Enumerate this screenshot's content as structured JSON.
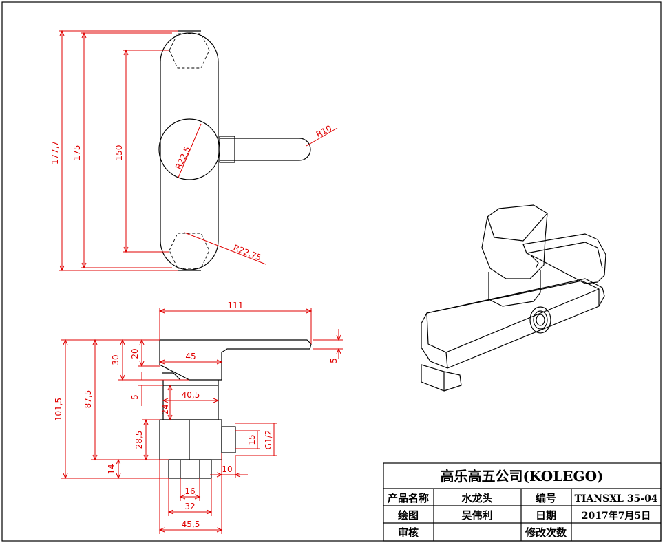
{
  "dimensions": {
    "top_view": {
      "overall_length": "177,7",
      "length": "175",
      "hole_spacing": "150",
      "body_radius": "R22,5",
      "handle_tip_radius": "R10",
      "end_radius": "R22,75"
    },
    "front_view": {
      "handle_length": "111",
      "cap_height": "30",
      "handle_height": "20",
      "cap_width": "45",
      "handle_thickness": "5",
      "gap": "5",
      "stem_width": "40,5",
      "stem_height": "24",
      "overall_height": "101,5",
      "height_to_body": "87,5",
      "body_height": "28,5",
      "thread_diameter": "15",
      "thread": "G1/2",
      "foot_height": "14",
      "thread_length": "10",
      "foot_inner": "16",
      "foot_width": "32",
      "body_width": "45,5"
    }
  },
  "title_block": {
    "company": "高乐高五公司(KOLEGO)",
    "product_label": "产品名称",
    "product_value": "水龙头",
    "code_label": "编号",
    "code_value": "TIANSXL 35-04",
    "drawn_label": "绘图",
    "drawn_value": "吴伟利",
    "date_label": "日期",
    "date_value": "2017年7月5日",
    "review_label": "审核",
    "review_value": "",
    "revision_label": "修改次数",
    "revision_value": ""
  }
}
